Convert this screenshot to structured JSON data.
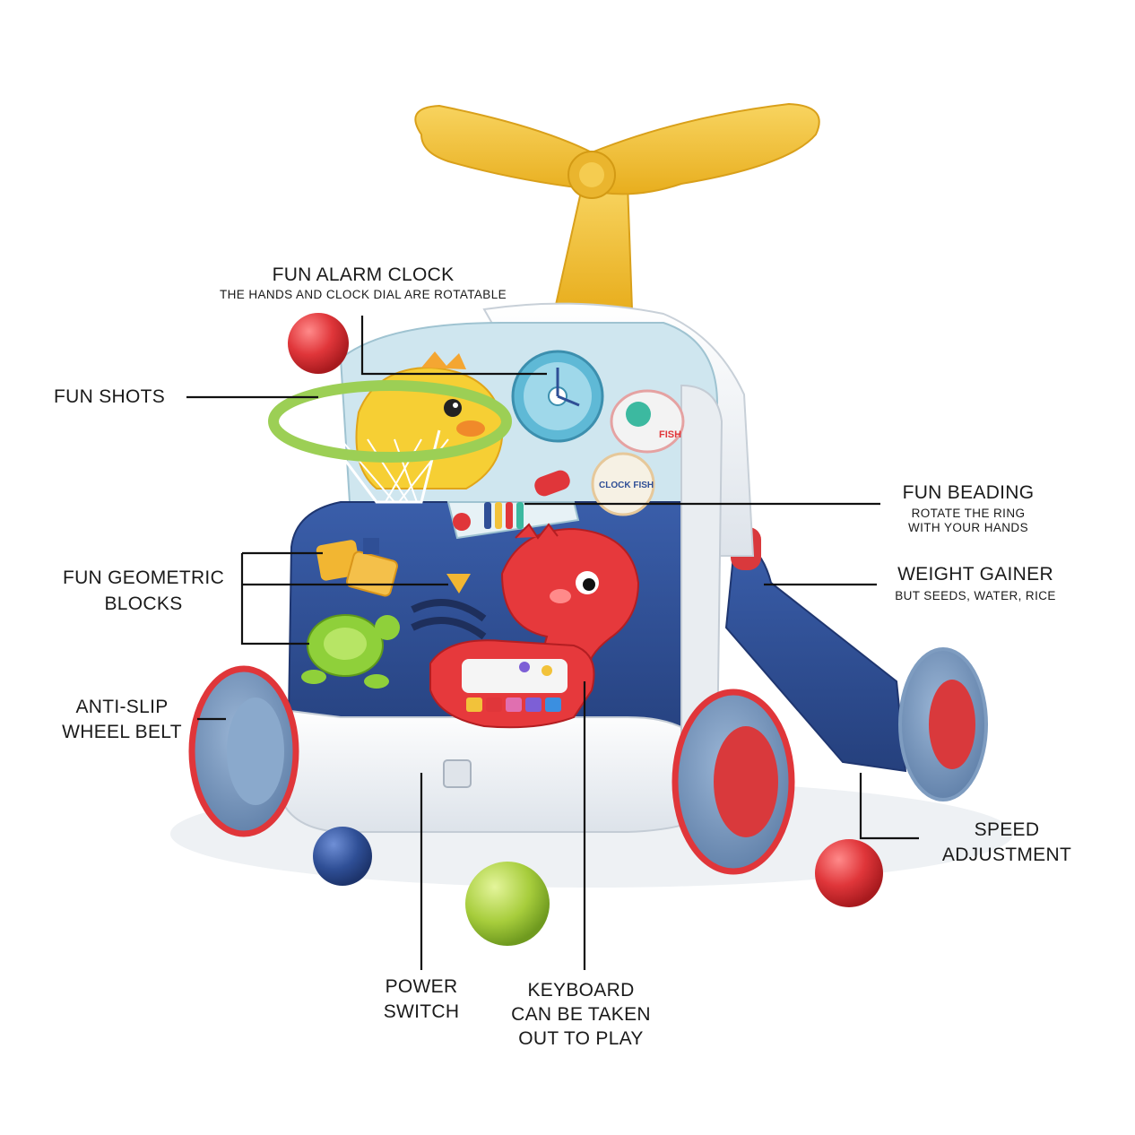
{
  "callouts": {
    "alarm_clock": {
      "title": "FUN ALARM CLOCK",
      "note": "THE HANDS AND CLOCK DIAL ARE ROTATABLE"
    },
    "shots": {
      "title": "FUN SHOTS"
    },
    "beading": {
      "title": "FUN BEADING",
      "note_1": "ROTATE THE RING",
      "note_2": "WITH YOUR HANDS"
    },
    "geometric": {
      "title_1": "FUN GEOMETRIC",
      "title_2": "BLOCKS"
    },
    "weight": {
      "title": "WEIGHT GAINER",
      "note": "BUT SEEDS, WATER, RICE"
    },
    "wheel_belt": {
      "title_1": "ANTI-SLIP",
      "title_2": "WHEEL BELT"
    },
    "speed": {
      "title_1": "SPEED",
      "title_2": "ADJUSTMENT"
    },
    "power": {
      "title_1": "POWER",
      "title_2": "SWITCH"
    },
    "keyboard": {
      "title_1": "KEYBOARD",
      "title_2": "CAN BE TAKEN",
      "title_3": "OUT TO PLAY"
    }
  },
  "toy_text": {
    "fish": "FISH",
    "clock_fish": "CLOCK FISH"
  },
  "colors": {
    "handle_yellow": "#f2c23a",
    "panel_light_blue": "#cfe6ef",
    "panel_navy": "#2f4f96",
    "body_white": "#f2f4f6",
    "wheel_grey_blue": "#7e9cc0",
    "accent_red": "#e0363a",
    "ball_green": "#a7cd3c",
    "hoop_green": "#9ccf55"
  }
}
